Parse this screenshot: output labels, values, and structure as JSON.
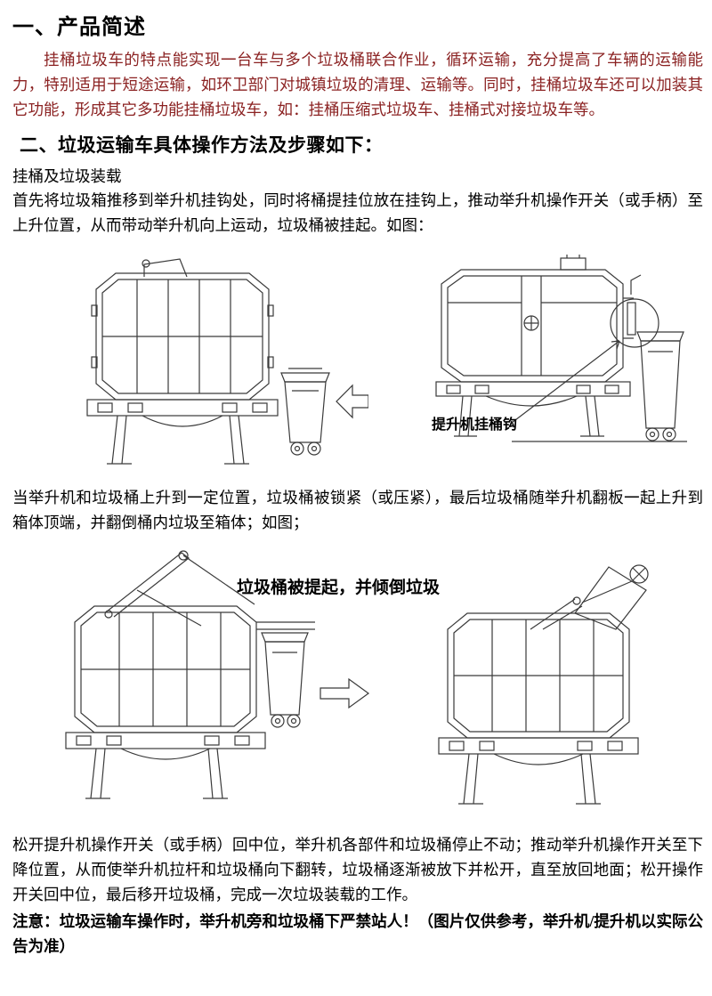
{
  "document": {
    "colors": {
      "intro_text": "#8b2222",
      "body_text": "#000000",
      "drawing_line": "#3a3a3a",
      "background": "#ffffff"
    },
    "section1": {
      "heading": "一、产品简述",
      "body": "挂桶垃圾车的特点能实现一台车与多个垃圾桶联合作业，循环运输，充分提高了车辆的运输能力，特别适用于短途运输，如环卫部门对城镇垃圾的清理、运输等。同时，挂桶垃圾车还可以加装其它功能，形成其它多功能挂桶垃圾车，如：挂桶压缩式垃圾车、挂桶式对接垃圾车等。"
    },
    "section2": {
      "heading": "二、垃圾运输车具体操作方法及步骤如下：",
      "subheading": "挂桶及垃圾装载",
      "step1": "首先将垃圾箱推移到举升机挂钩处，同时将桶提挂位放在挂钩上，推动举升机操作开关（或手柄）至上升位置，从而带动举升机向上运动，垃圾桶被挂起。如图：",
      "figure1": {
        "hook_label": "提升机挂桶钩",
        "left_drawing": "truck-rear-view-with-bin-and-push-arrow",
        "right_drawing": "truck-rear-view-bin-hooked-with-highlight-circle"
      },
      "step2": "当举升机和垃圾桶上升到一定位置，垃圾桶被锁紧（或压紧），最后垃圾桶随举升机翻板一起上升到箱体顶端，并翻倒桶内垃圾至箱体；如图；",
      "figure2": {
        "caption": "垃圾桶被提起，并倾倒垃圾",
        "left_drawing": "truck-rear-view-lift-arm-bin-raised",
        "right_drawing": "truck-rear-view-bin-tipped-dumping"
      },
      "step3": "松开提升机操作开关（或手柄）回中位，举升机各部件和垃圾桶停止不动；推动举升机操作开关至下降位置，从而使举升机拉杆和垃圾桶向下翻转，垃圾桶逐渐被放下并松开，直至放回地面；松开操作开关回中位，最后移开垃圾桶，完成一次垃圾装载的工作。",
      "note": "注意：垃圾运输车操作时，举升机旁和垃圾桶下严禁站人！（图片仅供参考，举升机/提升机以实际公告为准）"
    }
  }
}
